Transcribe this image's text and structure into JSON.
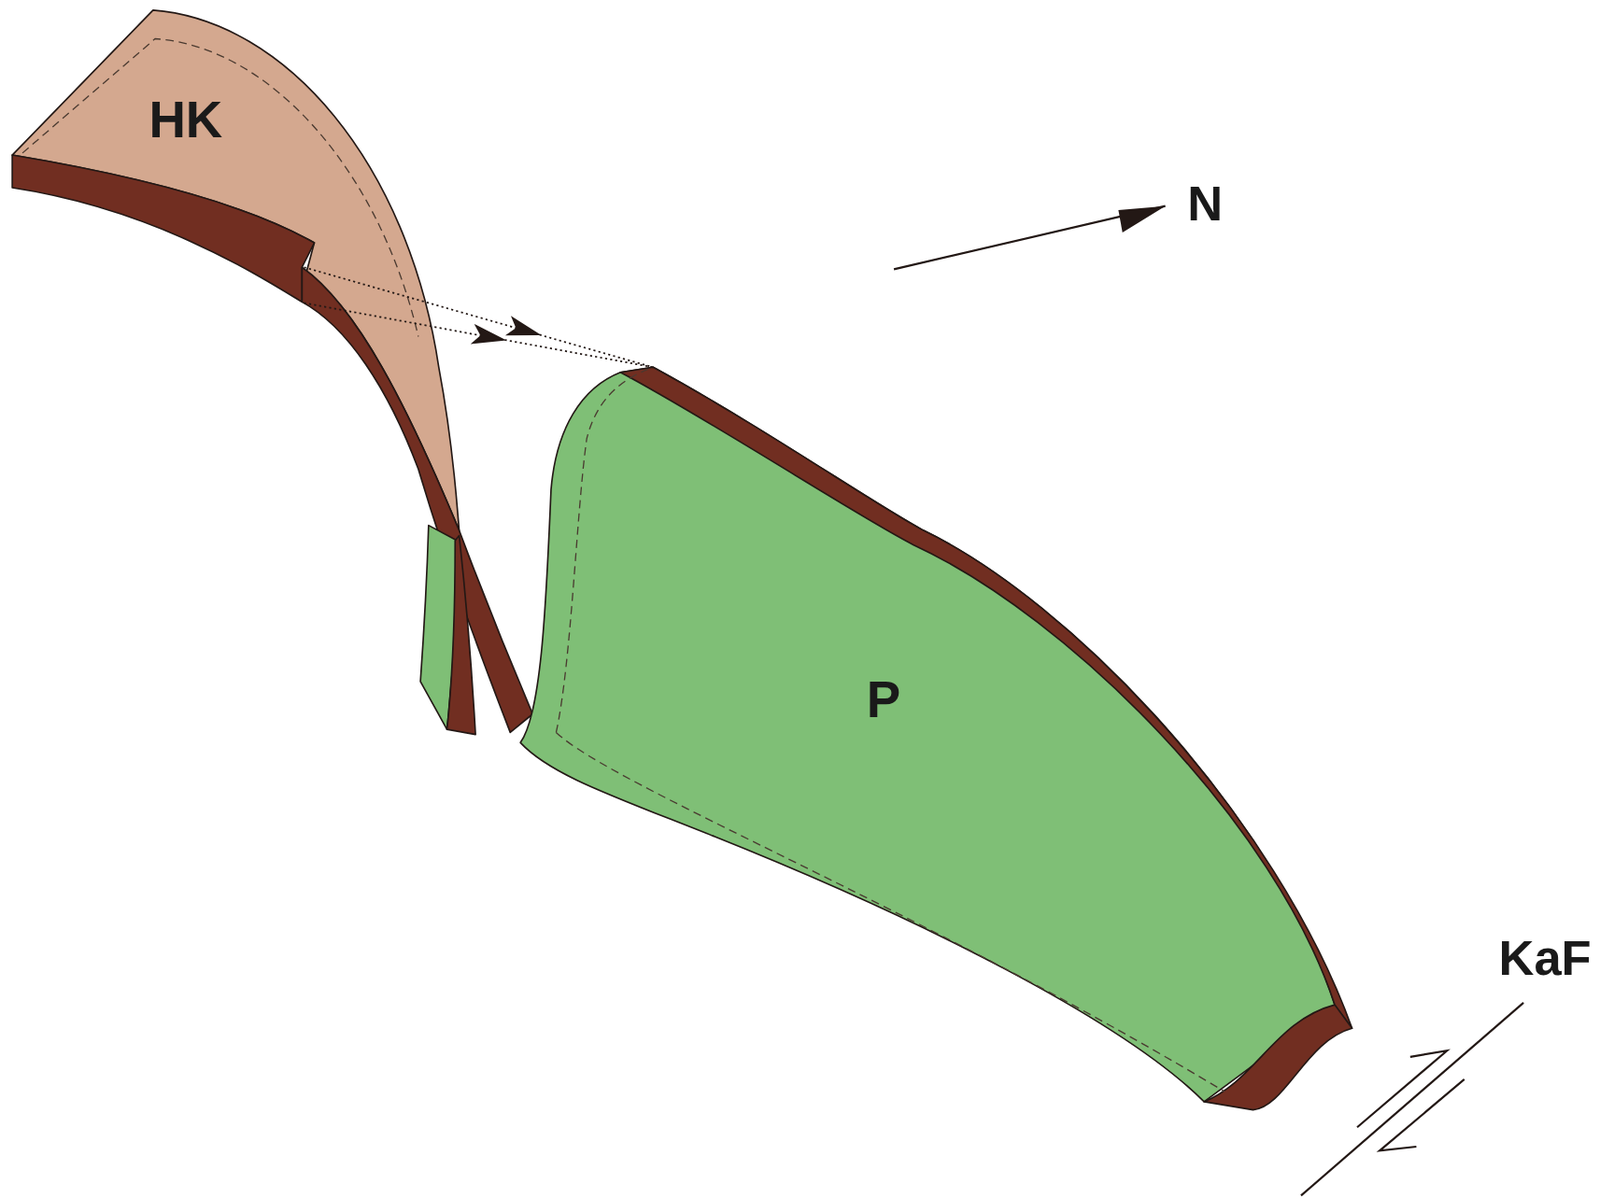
{
  "diagram": {
    "nodes": [
      {
        "text": [
          "HK"
        ]
      },
      {
        "text": [
          "P"
        ]
      }
    ],
    "edges": [
      {
        "from": 0,
        "to": 1,
        "arrow": "to"
      }
    ],
    "labels": [
      "N",
      "KaF"
    ]
  }
}
